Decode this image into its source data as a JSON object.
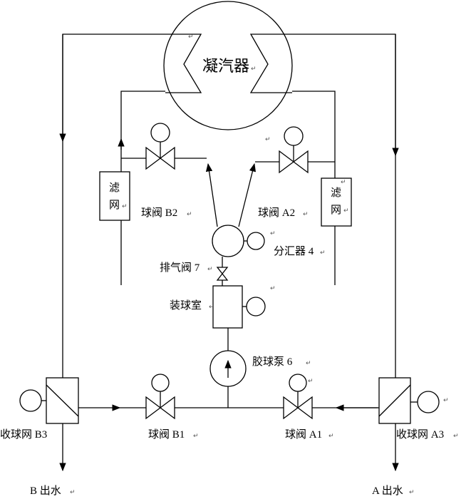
{
  "labels": {
    "condenser": "凝汽器",
    "filter_left_1": "滤",
    "filter_left_2": "网",
    "filter_right_1": "滤",
    "filter_right_2": "网",
    "valve_b2": "球阀 B2",
    "valve_a2": "球阀 A2",
    "distributor": "分汇器 4",
    "vent_valve": "排气阀 7",
    "ball_chamber": "装球室",
    "pump": "胶球泵 6",
    "collector_b3": "收球网 B3",
    "valve_b1": "球阀 B1",
    "valve_a1": "球阀 A1",
    "collector_a3": "收球网 A3",
    "outlet_b": "B 出水",
    "outlet_a": "A 出水"
  },
  "marks": {
    "return": "↵"
  }
}
